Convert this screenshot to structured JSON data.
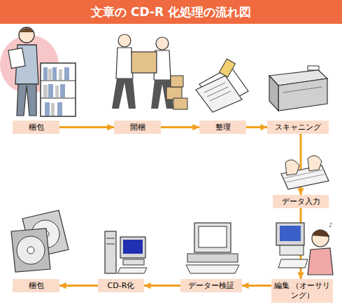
{
  "diagram": {
    "title": "文章の CD-R 化処理の流れ図",
    "nodes": [
      {
        "text": [
          "梱包"
        ]
      },
      {
        "text": [
          "開梱"
        ]
      },
      {
        "text": [
          "整理"
        ]
      },
      {
        "text": [
          "スキャニング"
        ]
      },
      {
        "text": [
          "データ入力"
        ]
      },
      {
        "text": [
          "編集 （オーサリング）"
        ]
      },
      {
        "text": [
          "データー検証"
        ]
      },
      {
        "text": [
          "CD-R化"
        ]
      },
      {
        "text": [
          "梱包"
        ]
      }
    ],
    "edges": [
      {
        "from": 0,
        "to": 1,
        "arrow": "to"
      },
      {
        "from": 1,
        "to": 2,
        "arrow": "to"
      },
      {
        "from": 2,
        "to": 3,
        "arrow": "to"
      },
      {
        "from": 3,
        "to": 4,
        "arrow": "to"
      },
      {
        "from": 4,
        "to": 5,
        "arrow": "to"
      },
      {
        "from": 5,
        "to": 6,
        "arrow": "to"
      },
      {
        "from": 6,
        "to": 7,
        "arrow": "to"
      },
      {
        "from": 7,
        "to": 8,
        "arrow": "to"
      }
    ]
  }
}
